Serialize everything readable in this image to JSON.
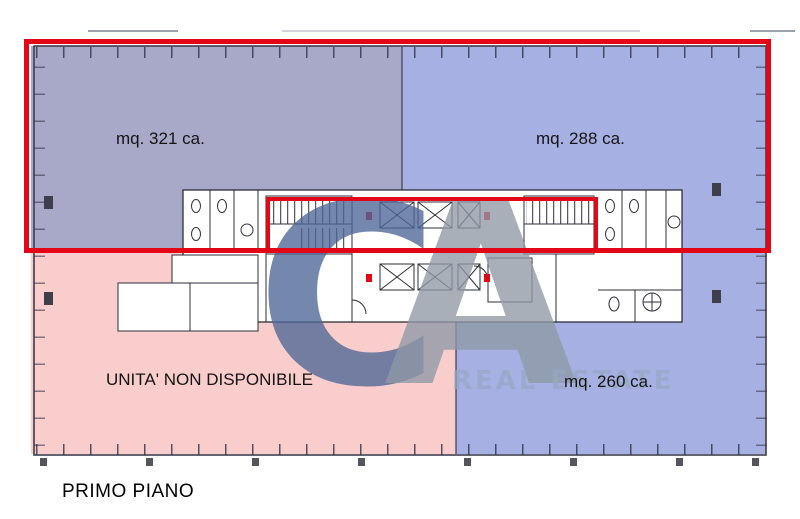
{
  "title": "PRIMO PIANO",
  "outline_color": "#e30616",
  "zones": {
    "top_left": {
      "label": "mq. 321 ca.",
      "color": "#a8a8c9"
    },
    "top_right": {
      "label": "mq. 288 ca.",
      "color": "#a6b0e2"
    },
    "bottom_left": {
      "label": "UNITA' NON DISPONIBILE",
      "color": "#f8cdcb"
    },
    "bottom_right": {
      "label": "mq. 260 ca.",
      "color": "#a6b0e2"
    }
  },
  "watermark": {
    "letter_c": "C",
    "letter_a": "A",
    "subtitle": "REAL ESTATE",
    "color_c": "#4e6696",
    "color_a": "#9099a6",
    "subtitle_color": "#97a8c4"
  }
}
